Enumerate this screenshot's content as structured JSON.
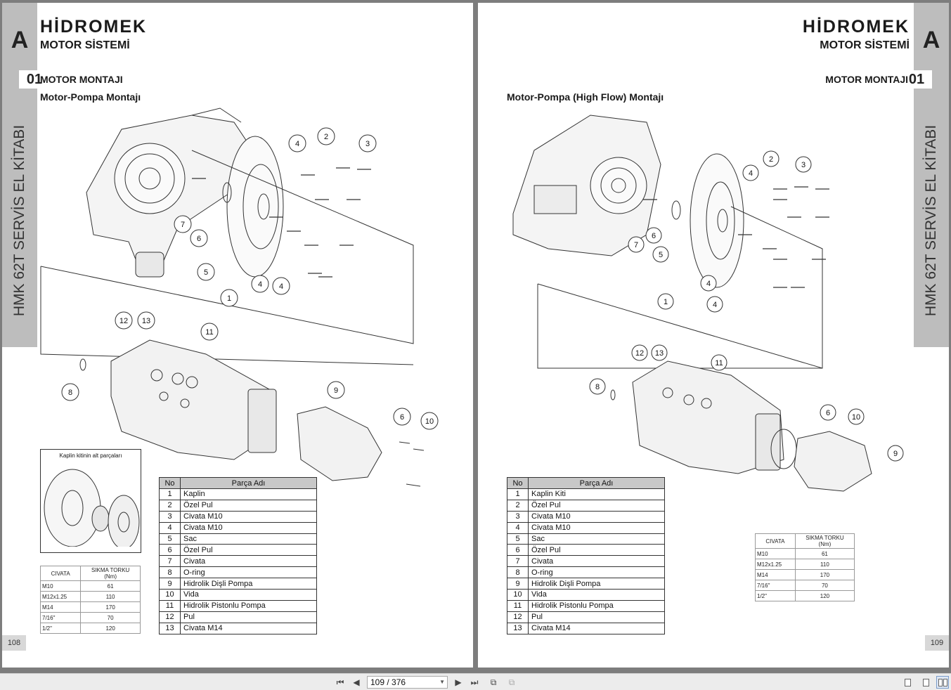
{
  "left_page": {
    "section_letter": "A",
    "chapter_num": "01",
    "book_title": "HMK 62T SERVİS EL KİTABI",
    "logo": "HİDROMEK",
    "system_title": "MOTOR SİSTEMİ",
    "subsection": "MOTOR MONTAJI",
    "title": "Motor-Pompa Montajı",
    "page_number": "108",
    "inset_label": "Kaplin kitinin alt parçaları",
    "callouts": [
      "1",
      "2",
      "3",
      "4",
      "4",
      "4",
      "5",
      "6",
      "6",
      "7",
      "8",
      "9",
      "10",
      "11",
      "12",
      "13"
    ],
    "parts_header": [
      "No",
      "Parça Adı"
    ],
    "parts": [
      [
        "1",
        "Kaplin"
      ],
      [
        "2",
        "Özel Pul"
      ],
      [
        "3",
        "Civata M10"
      ],
      [
        "4",
        "Civata M10"
      ],
      [
        "5",
        "Sac"
      ],
      [
        "6",
        "Özel Pul"
      ],
      [
        "7",
        "Civata"
      ],
      [
        "8",
        "O-ring"
      ],
      [
        "9",
        "Hidrolik Dişli Pompa"
      ],
      [
        "10",
        "Vida"
      ],
      [
        "11",
        "Hidrolik Pistonlu Pompa"
      ],
      [
        "12",
        "Pul"
      ],
      [
        "13",
        "Civata M14"
      ]
    ],
    "torque_header": [
      "CIVATA",
      "SIKMA TORKU\n(Nm)"
    ],
    "torque": [
      [
        "M10",
        "61"
      ],
      [
        "M12x1.25",
        "110"
      ],
      [
        "M14",
        "170"
      ],
      [
        "7/16\"",
        "70"
      ],
      [
        "1/2\"",
        "120"
      ]
    ]
  },
  "right_page": {
    "section_letter": "A",
    "chapter_num": "01",
    "book_title": "HMK 62T SERVİS EL KİTABI",
    "logo": "HİDROMEK",
    "system_title": "MOTOR SİSTEMİ",
    "subsection": "MOTOR MONTAJI",
    "title": "Motor-Pompa (High Flow) Montajı",
    "page_number": "109",
    "parts_header": [
      "No",
      "Parça Adı"
    ],
    "parts": [
      [
        "1",
        "Kaplin Kiti"
      ],
      [
        "2",
        "Özel Pul"
      ],
      [
        "3",
        "Civata M10"
      ],
      [
        "4",
        "Civata M10"
      ],
      [
        "5",
        "Sac"
      ],
      [
        "6",
        "Özel Pul"
      ],
      [
        "7",
        "Civata"
      ],
      [
        "8",
        "O-ring"
      ],
      [
        "9",
        "Hidrolik Dişli Pompa"
      ],
      [
        "10",
        "Vida"
      ],
      [
        "11",
        "Hidrolik Pistonlu Pompa"
      ],
      [
        "12",
        "Pul"
      ],
      [
        "13",
        "Civata M14"
      ]
    ],
    "torque_header": [
      "CIVATA",
      "SIKMA TORKU\n(Nm)"
    ],
    "torque": [
      [
        "M10",
        "61"
      ],
      [
        "M12x1.25",
        "110"
      ],
      [
        "M14",
        "170"
      ],
      [
        "7/16\"",
        "70"
      ],
      [
        "1/2\"",
        "120"
      ]
    ]
  },
  "toolbar": {
    "page_indicator": "109 / 376",
    "first_icon": "first-page-icon",
    "prev_icon": "prev-page-icon",
    "next_icon": "next-page-icon",
    "last_icon": "last-page-icon"
  },
  "colors": {
    "tab_gray": "#bdbdbd",
    "header_gray": "#c8c8c8",
    "viewer_bg": "#7d7d7d"
  }
}
